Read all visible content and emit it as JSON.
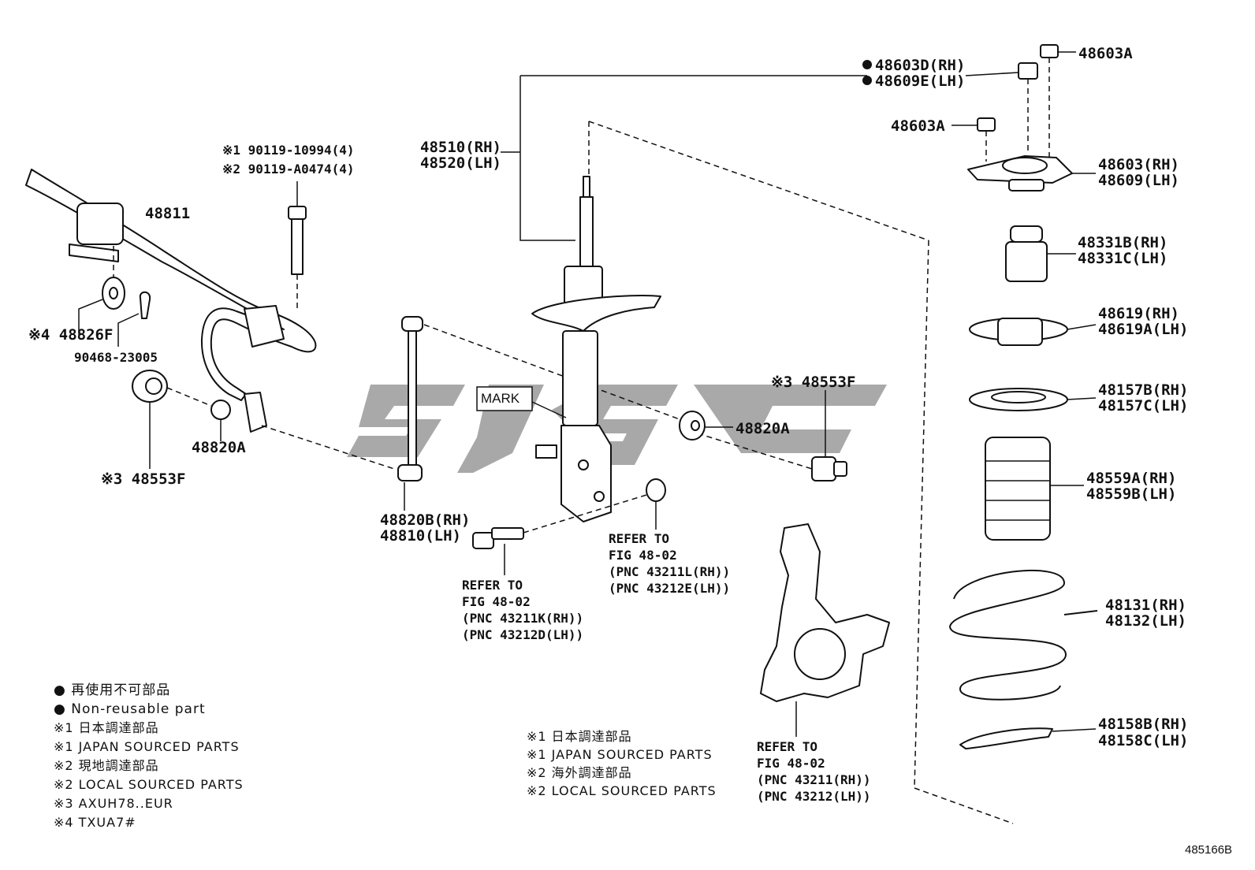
{
  "diagram_id": "485166B",
  "labels": {
    "l_48811": "48811",
    "l_90119_1": "※1 90119-10994(4)",
    "l_90119_2": "※2 90119-A0474(4)",
    "l_48826f": "※4 48826F",
    "l_90468": "90468-23005",
    "l_48553f_left": "※3 48553F",
    "l_48820a_left": "48820A",
    "l_48820b": "48820B(RH)",
    "l_48810": "48810(LH)",
    "l_48510": "48510(RH)",
    "l_48520": "48520(LH)",
    "l_mark": "MARK",
    "l_refer1_a": "REFER TO",
    "l_refer1_b": "FIG 48-02",
    "l_refer1_c": "(PNC 43211K(RH))",
    "l_refer1_d": "(PNC 43212D(LH))",
    "l_refer2_a": "REFER TO",
    "l_refer2_b": "FIG 48-02",
    "l_refer2_c": "(PNC 43211L(RH))",
    "l_refer2_d": "(PNC 43212E(LH))",
    "l_48553f_mid": "※3 48553F",
    "l_48820a_mid": "48820A",
    "l_refer3_a": "REFER TO",
    "l_refer3_b": "FIG 48-02",
    "l_refer3_c": "(PNC 43211(RH))",
    "l_refer3_d": "(PNC 43212(LH))",
    "l_48603d": "48603D(RH)",
    "l_48609e": "48609E(LH)",
    "l_48603a_top": "48603A",
    "l_48603a_mid": "48603A",
    "l_48603": "48603(RH)",
    "l_48609": "48609(LH)",
    "l_48331b": "48331B(RH)",
    "l_48331c": "48331C(LH)",
    "l_48619": "48619(RH)",
    "l_48619a": "48619A(LH)",
    "l_48157b": "48157B(RH)",
    "l_48157c": "48157C(LH)",
    "l_48559a": "48559A(RH)",
    "l_48559b": "48559B(LH)",
    "l_48131": "48131(RH)",
    "l_48132": "48132(LH)",
    "l_48158b": "48158B(RH)",
    "l_48158c": "48158C(LH)"
  },
  "legend_left": [
    "● 再使用不可部品",
    "● Non-reusable part",
    "※1 日本調達部品",
    "※1 JAPAN SOURCED PARTS",
    "※2 現地調達部品",
    "※2 LOCAL SOURCED PARTS",
    "※3 AXUH78..EUR",
    "※4 TXUA7#"
  ],
  "legend_mid": [
    "※1 日本調達部品",
    "※1 JAPAN SOURCED PARTS",
    "※2 海外調達部品",
    "※2 LOCAL SOURCED PARTS"
  ],
  "colors": {
    "line": "#111111",
    "watermark": "#9a9a9a",
    "background": "#ffffff"
  }
}
